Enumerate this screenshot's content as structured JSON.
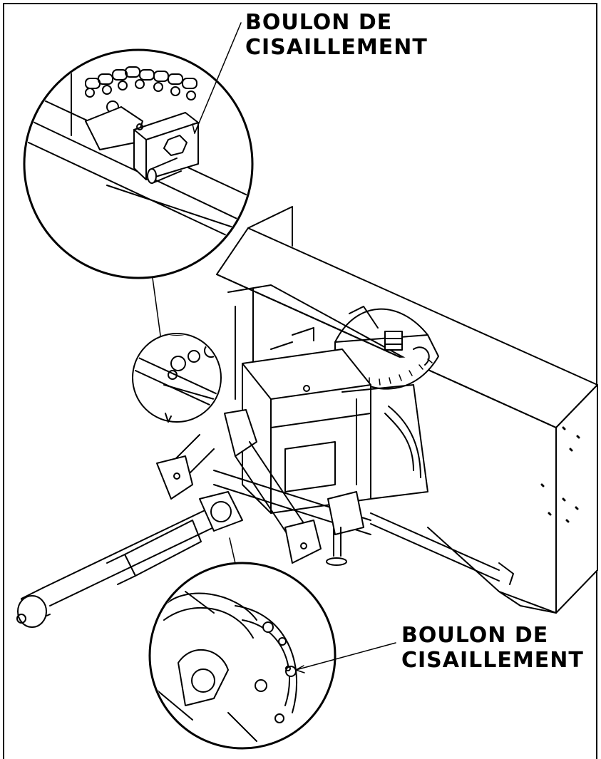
{
  "callouts": {
    "top": {
      "line1": "BOULON DE",
      "line2": "CISAILLEMENT"
    },
    "bottom": {
      "line1": "BOULON DE",
      "line2": "CISAILLEMENT"
    }
  },
  "colors": {
    "ink": "#000000",
    "paper": "#ffffff"
  }
}
